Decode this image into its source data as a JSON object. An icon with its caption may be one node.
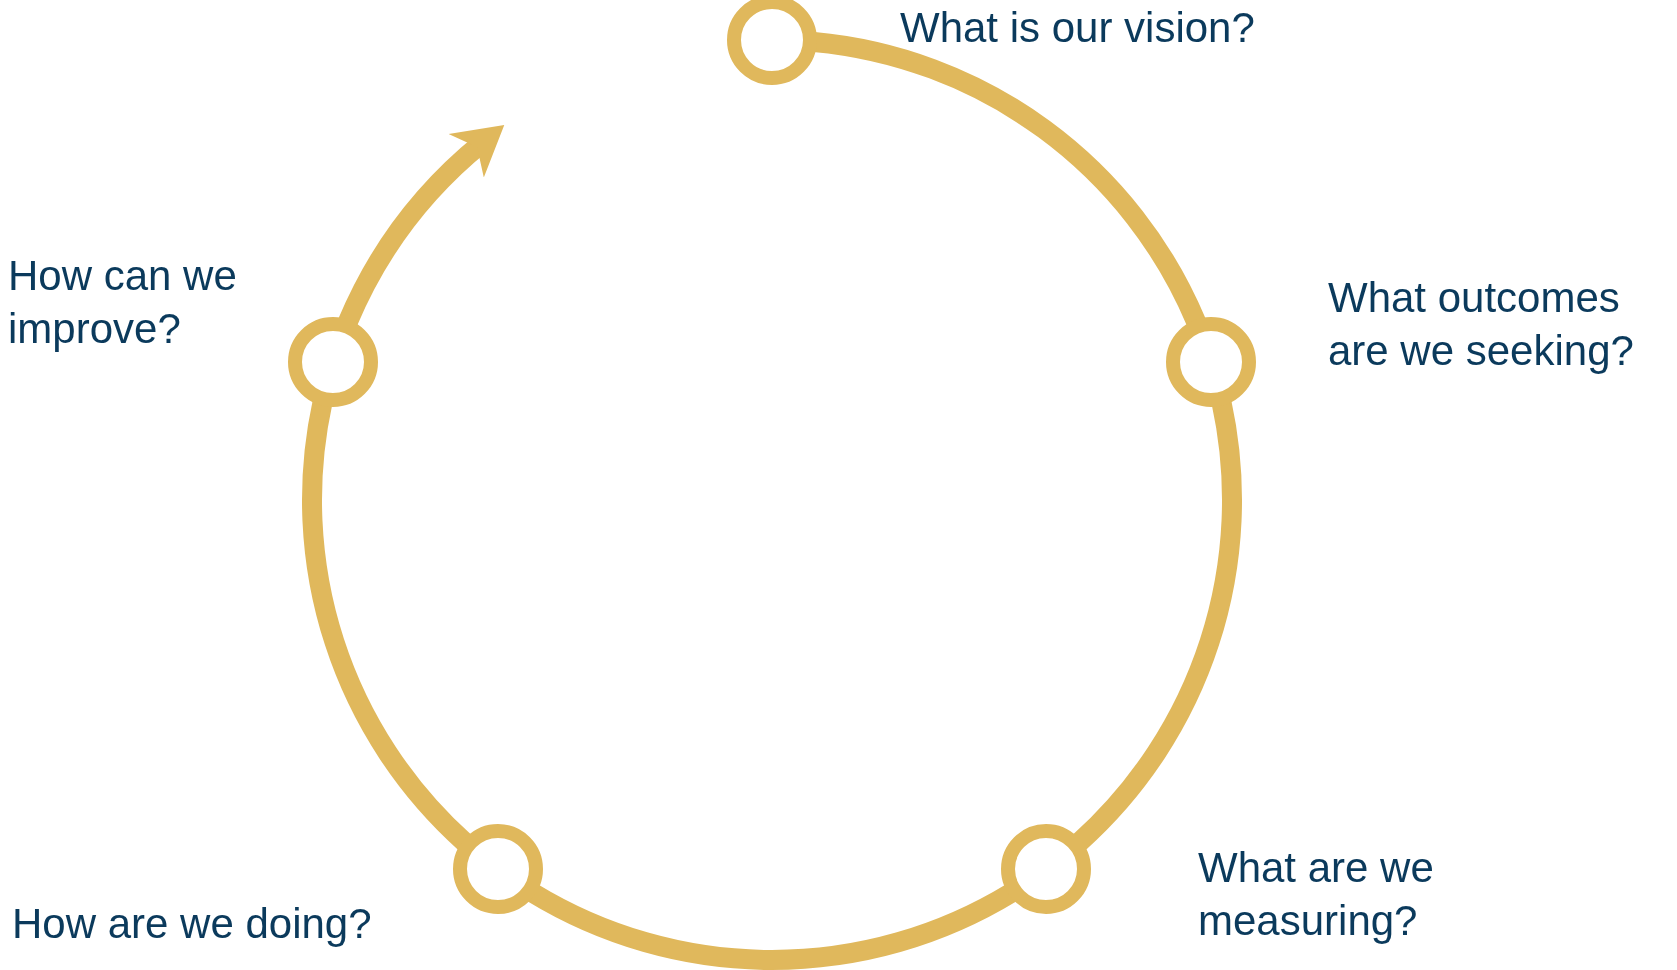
{
  "diagram": {
    "nodes": [
      {
        "text": [],
        "shape": "circle",
        "beside": [
          "What is our vision?"
        ]
      },
      {
        "text": [],
        "shape": "circle",
        "beside": [
          "What outcomes are we seeking?"
        ]
      },
      {
        "text": [],
        "shape": "circle",
        "beside": [
          "What are we measuring?"
        ]
      },
      {
        "text": [],
        "shape": "circle",
        "beside": [
          "How are we doing?"
        ]
      },
      {
        "text": [],
        "shape": "circle",
        "beside": [
          "How can we improve?"
        ]
      }
    ],
    "edges": [
      {
        "from": 0,
        "to": 1,
        "arrow": "none"
      },
      {
        "from": 1,
        "to": 2,
        "arrow": "none"
      },
      {
        "from": 2,
        "to": 3,
        "arrow": "none"
      },
      {
        "from": 3,
        "to": 4,
        "arrow": "none"
      },
      {
        "from": 4,
        "to": null,
        "arrow": "to"
      }
    ]
  }
}
